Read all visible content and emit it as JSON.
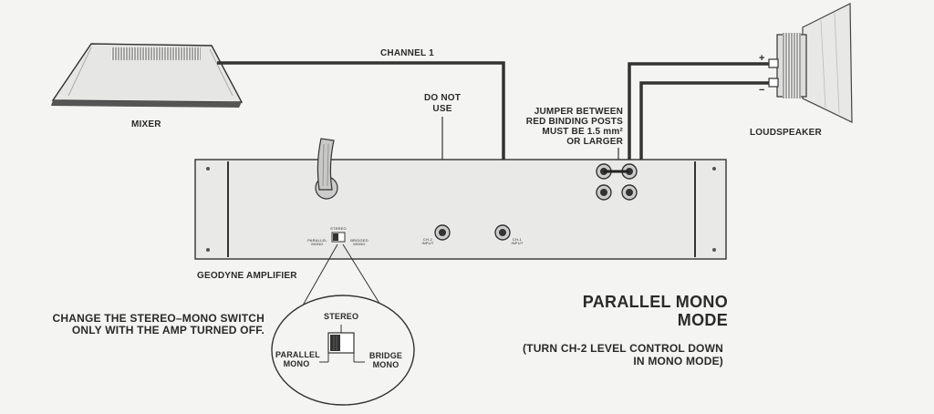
{
  "diagram": {
    "mixer_label": "MIXER",
    "channel_label": "CHANNEL 1",
    "do_not_use": [
      "DO NOT",
      "USE"
    ],
    "jumper_note": [
      "JUMPER BETWEEN",
      "RED BINDING POSTS",
      "MUST BE 1.5 mm²",
      "OR LARGER"
    ],
    "loudspeaker_label": "LOUDSPEAKER",
    "plus": "+",
    "minus": "−",
    "amplifier_label": "GEODYNE AMPLIFIER",
    "panel": {
      "switch_top": "STEREO",
      "switch_left": [
        "PARALLEL",
        "MONO"
      ],
      "switch_right": [
        "BRIDGED",
        "MONO"
      ],
      "ch2_input": [
        "CH-2",
        "INPUT"
      ],
      "ch1_input": [
        "CH-1",
        "INPUT"
      ]
    },
    "warning": [
      "CHANGE THE STEREO–MONO SWITCH",
      "ONLY WITH THE AMP TURNED OFF."
    ],
    "inset": {
      "stereo": "STEREO",
      "parallel_mono": [
        "PARALLEL",
        "MONO"
      ],
      "bridge_mono": [
        "BRIDGE",
        "MONO"
      ]
    },
    "mode_title": [
      "PARALLEL MONO",
      "MODE"
    ],
    "mode_note": [
      "(TURN CH-2 LEVEL CONTROL DOWN",
      "IN MONO MODE)"
    ]
  }
}
